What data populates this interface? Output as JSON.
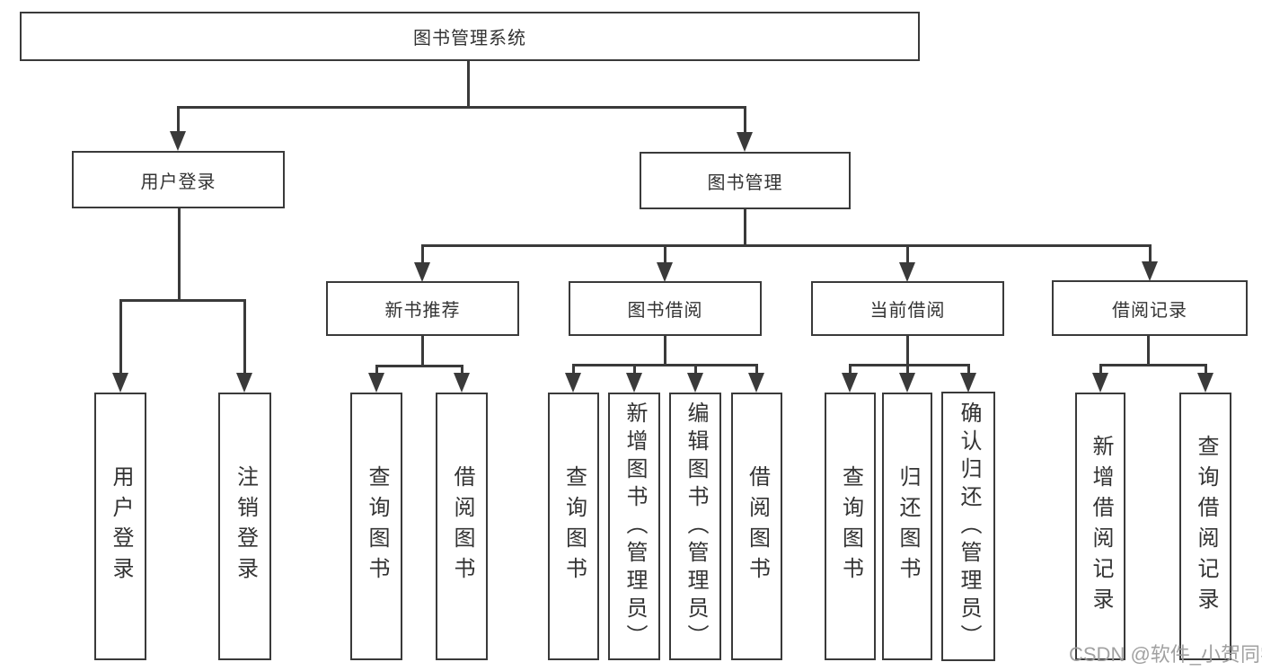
{
  "diagram": {
    "title": "图书管理系统",
    "level1": [
      {
        "label": "用户登录",
        "children": [
          "用户登录",
          "注销登录"
        ]
      },
      {
        "label": "图书管理"
      }
    ],
    "level2": [
      {
        "label": "新书推荐",
        "children": [
          "查询图书",
          "借阅图书"
        ]
      },
      {
        "label": "图书借阅",
        "children": [
          "查询图书",
          "新增图书（管理员）",
          "编辑图书（管理员）",
          "借阅图书"
        ]
      },
      {
        "label": "当前借阅",
        "children": [
          "查询图书",
          "归还图书",
          "确认归还（管理员）"
        ]
      },
      {
        "label": "借阅记录",
        "children": [
          "新增借阅记录",
          "查询借阅记录"
        ]
      }
    ],
    "watermark": "CSDN @软件_小贺同学",
    "colors": {
      "line": "#3a3a3a",
      "text": "#333333",
      "watermark": "#9c9c9c",
      "background": "#ffffff"
    }
  }
}
